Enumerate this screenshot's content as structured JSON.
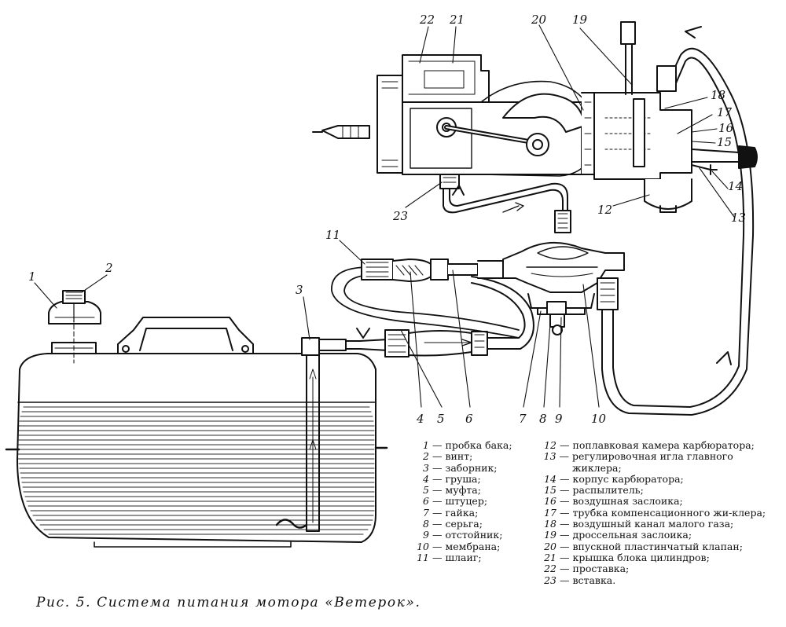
{
  "callouts": {
    "n1": "1",
    "n2": "2",
    "n3": "3",
    "n4": "4",
    "n5": "5",
    "n6": "6",
    "n7": "7",
    "n8": "8",
    "n9": "9",
    "n10": "10",
    "n11": "11",
    "n12": "12",
    "n13": "13",
    "n14": "14",
    "n15": "15",
    "n16": "16",
    "n17": "17",
    "n18": "18",
    "n19": "19",
    "n20": "20",
    "n21": "21",
    "n22": "22",
    "n23": "23"
  },
  "legend_left": [
    {
      "num": "1",
      "text": "пробка бака;"
    },
    {
      "num": "2",
      "text": "винт;"
    },
    {
      "num": "3",
      "text": "заборник;"
    },
    {
      "num": "4",
      "text": "груша;"
    },
    {
      "num": "5",
      "text": "муфта;"
    },
    {
      "num": "6",
      "text": "штуцер;"
    },
    {
      "num": "7",
      "text": "гайка;"
    },
    {
      "num": "8",
      "text": "серьга;"
    },
    {
      "num": "9",
      "text": "отстойник;"
    },
    {
      "num": "10",
      "text": "мембрана;"
    },
    {
      "num": "11",
      "text": "шлаиг;"
    }
  ],
  "legend_right": [
    {
      "num": "12",
      "text": "поплавковая камера карбюратора;"
    },
    {
      "num": "13",
      "text": "регулировочная игла главного жиклера;"
    },
    {
      "num": "14",
      "text": "корпус карбюратора;"
    },
    {
      "num": "15",
      "text": "распылитель;"
    },
    {
      "num": "16",
      "text": "воздушная заслоика;"
    },
    {
      "num": "17",
      "text": "трубка компенсационного жи-клера;"
    },
    {
      "num": "18",
      "text": "воздушный канал малого газа;"
    },
    {
      "num": "19",
      "text": "дроссельная заслоика;"
    },
    {
      "num": "20",
      "text": "впускной пластинчатый клапан;"
    },
    {
      "num": "21",
      "text": "крышка блока цилиндров;"
    },
    {
      "num": "22",
      "text": "проставка;"
    },
    {
      "num": "23",
      "text": "вставка."
    }
  ],
  "caption": "Рис. 5. Система питания мотора «Ветерок»."
}
